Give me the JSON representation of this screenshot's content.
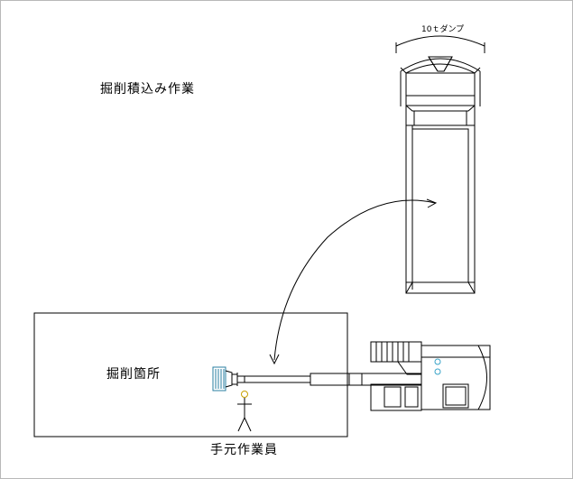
{
  "labels": {
    "work_title": "掘削積込み作業",
    "excavation_area": "掘削箇所",
    "ground_worker": "手元作業員",
    "truck": "10ｔダンプ"
  },
  "colors": {
    "line": "#000000",
    "frame": "#b8b8b8",
    "bucket_accent": "#2a7fa0",
    "glass": "#39a3c8"
  }
}
